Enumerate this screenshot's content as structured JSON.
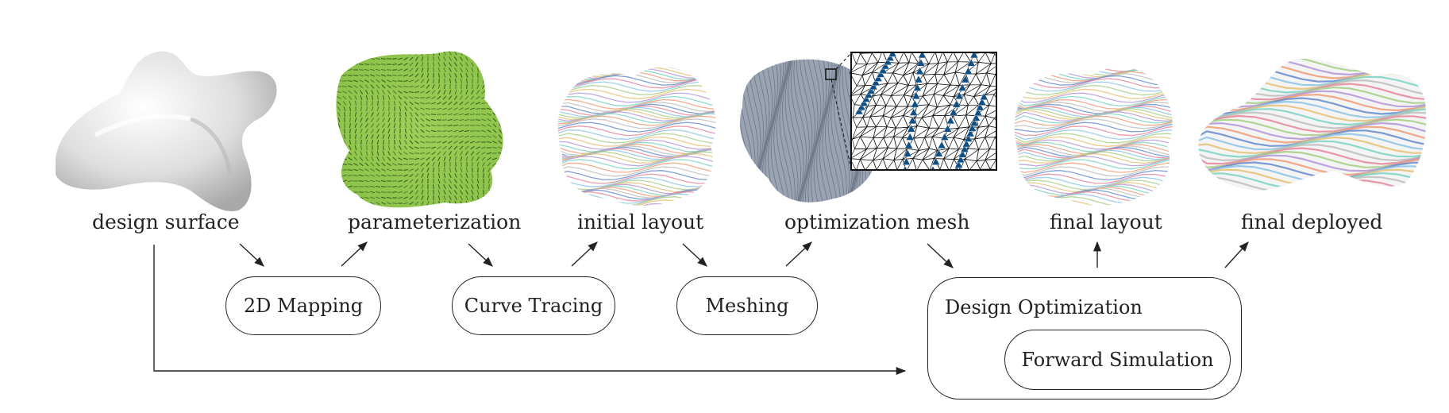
{
  "stages": {
    "design_surface": "design surface",
    "parameterization": "parameterization",
    "initial_layout": "initial layout",
    "optimization_mesh": "optimization mesh",
    "final_layout": "final layout",
    "final_deployed": "final deployed"
  },
  "processes": {
    "mapping_2d": "2D Mapping",
    "curve_tracing": "Curve Tracing",
    "meshing": "Meshing",
    "design_optimization": "Design Optimization",
    "forward_simulation": "Forward Simulation"
  },
  "colors": {
    "line": "#222222",
    "surface_gray": "#dcdcdc",
    "param_green": "#a8cf50",
    "param_teal": "#5fb39a",
    "mesh_slate": "#8a96a8",
    "mesh_blue": "#0e4f86"
  }
}
